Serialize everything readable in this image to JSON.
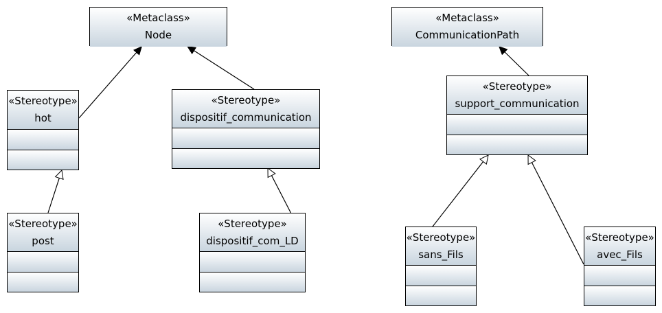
{
  "diagram": {
    "classes": [
      {
        "id": "node",
        "stereotype": "«Metaclass»",
        "name": "Node",
        "compartments": 0
      },
      {
        "id": "communicationpath",
        "stereotype": "«Metaclass»",
        "name": "CommunicationPath",
        "compartments": 0
      },
      {
        "id": "hot",
        "stereotype": "«Stereotype»",
        "name": "hot",
        "compartments": 2
      },
      {
        "id": "dispositif_communication",
        "stereotype": "«Stereotype»",
        "name": "dispositif_communication",
        "compartments": 2
      },
      {
        "id": "support_communication",
        "stereotype": "«Stereotype»",
        "name": "support_communication",
        "compartments": 2
      },
      {
        "id": "post",
        "stereotype": "«Stereotype»",
        "name": "post",
        "compartments": 2
      },
      {
        "id": "dispositif_com_ld",
        "stereotype": "«Stereotype»",
        "name": "dispositif_com_LD",
        "compartments": 2
      },
      {
        "id": "sans_fils",
        "stereotype": "«Stereotype»",
        "name": "sans_Fils",
        "compartments": 2
      },
      {
        "id": "avec_fils",
        "stereotype": "«Stereotype»",
        "name": "avec_Fils",
        "compartments": 2
      }
    ],
    "relations": [
      {
        "from": "hot",
        "to": "node",
        "kind": "extension"
      },
      {
        "from": "dispositif_communication",
        "to": "node",
        "kind": "extension"
      },
      {
        "from": "support_communication",
        "to": "communicationpath",
        "kind": "extension"
      },
      {
        "from": "post",
        "to": "hot",
        "kind": "generalization"
      },
      {
        "from": "dispositif_com_ld",
        "to": "dispositif_communication",
        "kind": "generalization"
      },
      {
        "from": "sans_fils",
        "to": "support_communication",
        "kind": "generalization"
      },
      {
        "from": "avec_fils",
        "to": "support_communication",
        "kind": "generalization"
      }
    ]
  }
}
